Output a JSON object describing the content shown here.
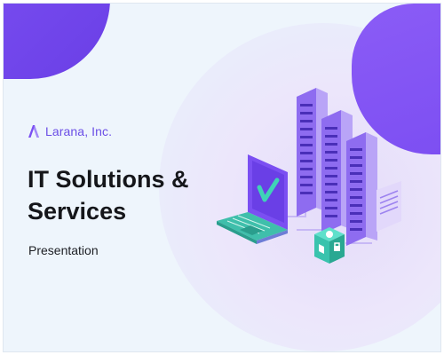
{
  "slide": {
    "company": "Larana, Inc.",
    "title_line1": "IT Solutions &",
    "title_line2": "Services",
    "subtitle": "Presentation"
  },
  "icons": {
    "logo": "larana-logo-icon",
    "laptop": "laptop-icon",
    "check": "check-icon",
    "servers": "server-rack-icon",
    "security": "security-cube-icon"
  },
  "colors": {
    "accent": "#6b4ee6",
    "purple": "#7b4ff2",
    "background": "#eef5fc",
    "teal": "#35c7b0",
    "title": "#15161a"
  }
}
